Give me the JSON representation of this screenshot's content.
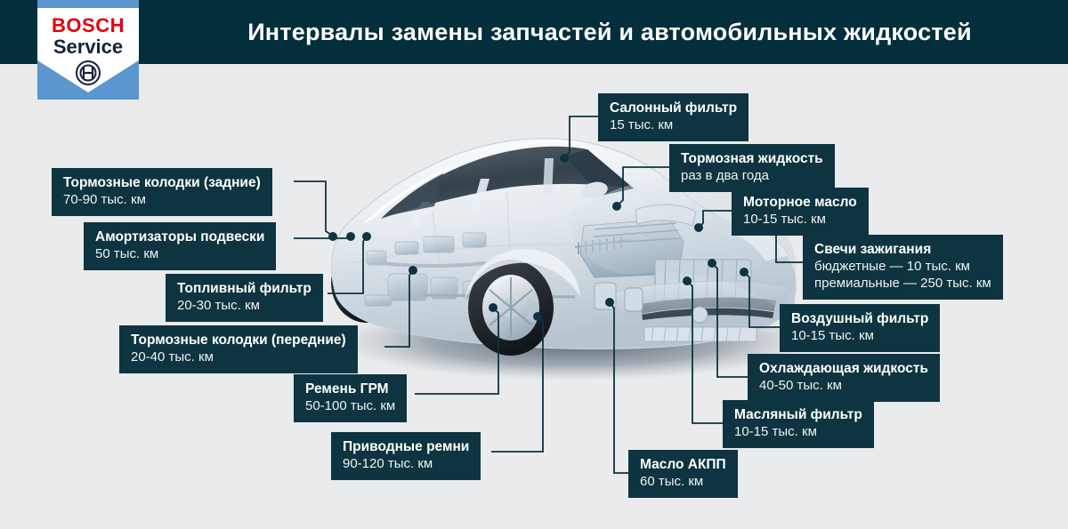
{
  "header": {
    "title": "Интервалы замены запчастей и автомобильных жидкостей",
    "bar_color": "#032e3c"
  },
  "logo": {
    "brand": "BOSCH",
    "sub": "Service",
    "brand_color": "#e3000b",
    "sub_color": "#14233b",
    "plate_color": "#5b96cf",
    "mark_name": "bosch-armature-icon"
  },
  "page": {
    "background_color": "#eaebec",
    "callout_color": "#0d3440",
    "line_color": "#0d3440",
    "illustration": "cutaway-sedan-car"
  },
  "callouts": [
    {
      "id": "cabin-filter",
      "title": "Салонный фильтр",
      "lines": [
        "15 тыс. км"
      ]
    },
    {
      "id": "brake-fluid",
      "title": "Тормозная жидкость",
      "lines": [
        "раз в два года"
      ]
    },
    {
      "id": "engine-oil",
      "title": "Моторное масло",
      "lines": [
        "10-15 тыс. км"
      ]
    },
    {
      "id": "spark-plugs",
      "title": "Свечи зажигания",
      "lines": [
        "бюджетные — 10 тыс. км",
        "премиальные — 250 тыс. км"
      ]
    },
    {
      "id": "air-filter",
      "title": "Воздушный фильтр",
      "lines": [
        "10-15 тыс. км"
      ]
    },
    {
      "id": "coolant",
      "title": "Охлаждающая жидкость",
      "lines": [
        "40-50 тыс. км"
      ]
    },
    {
      "id": "oil-filter",
      "title": "Масляный фильтр",
      "lines": [
        "10-15 тыс. км"
      ]
    },
    {
      "id": "transmission-oil",
      "title": "Масло АКПП",
      "lines": [
        "60 тыс. км"
      ]
    },
    {
      "id": "brake-pads-rear",
      "title": "Тормозные колодки (задние)",
      "lines": [
        "70-90 тыс. км"
      ]
    },
    {
      "id": "shock-absorbers",
      "title": "Амортизаторы подвески",
      "lines": [
        "50 тыс. км"
      ]
    },
    {
      "id": "fuel-filter",
      "title": "Топливный фильтр",
      "lines": [
        "20-30 тыс. км"
      ]
    },
    {
      "id": "brake-pads-front",
      "title": "Тормозные колодки (передние)",
      "lines": [
        "20-40 тыс. км"
      ]
    },
    {
      "id": "timing-belt",
      "title": "Ремень ГРМ",
      "lines": [
        "50-100 тыс. км"
      ]
    },
    {
      "id": "drive-belts",
      "title": "Приводные ремни",
      "lines": [
        "90-120 тыс. км"
      ]
    }
  ]
}
